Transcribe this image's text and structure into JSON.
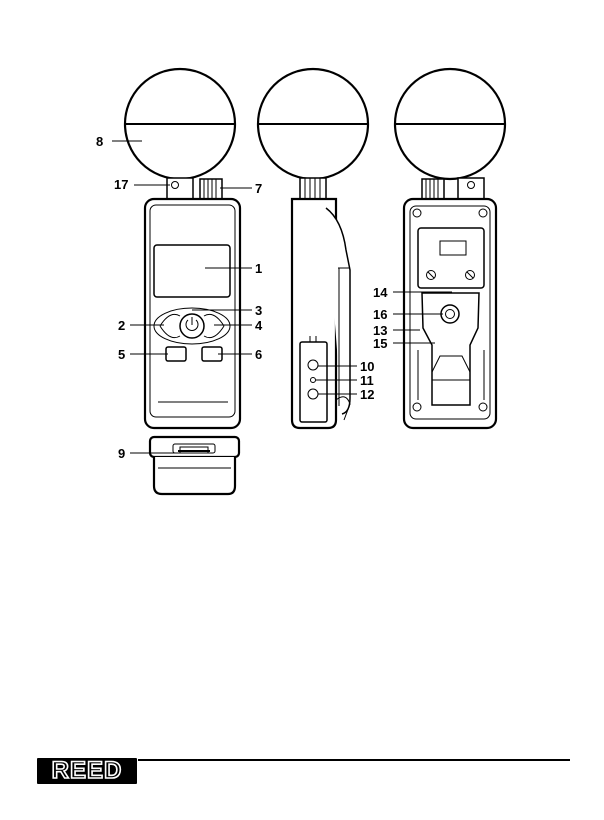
{
  "diagram": {
    "callouts": [
      {
        "id": "n1",
        "text": "1"
      },
      {
        "id": "n2",
        "text": "2"
      },
      {
        "id": "n3",
        "text": "3"
      },
      {
        "id": "n4",
        "text": "4"
      },
      {
        "id": "n5",
        "text": "5"
      },
      {
        "id": "n6",
        "text": "6"
      },
      {
        "id": "n7",
        "text": "7"
      },
      {
        "id": "n8",
        "text": "8"
      },
      {
        "id": "n9",
        "text": "9"
      },
      {
        "id": "n10",
        "text": "10"
      },
      {
        "id": "n11",
        "text": "11"
      },
      {
        "id": "n12",
        "text": "12"
      },
      {
        "id": "n13",
        "text": "13"
      },
      {
        "id": "n14",
        "text": "14"
      },
      {
        "id": "n15",
        "text": "15"
      },
      {
        "id": "n16",
        "text": "16"
      },
      {
        "id": "n17",
        "text": "17"
      }
    ]
  },
  "footer": {
    "brand": "REED"
  }
}
